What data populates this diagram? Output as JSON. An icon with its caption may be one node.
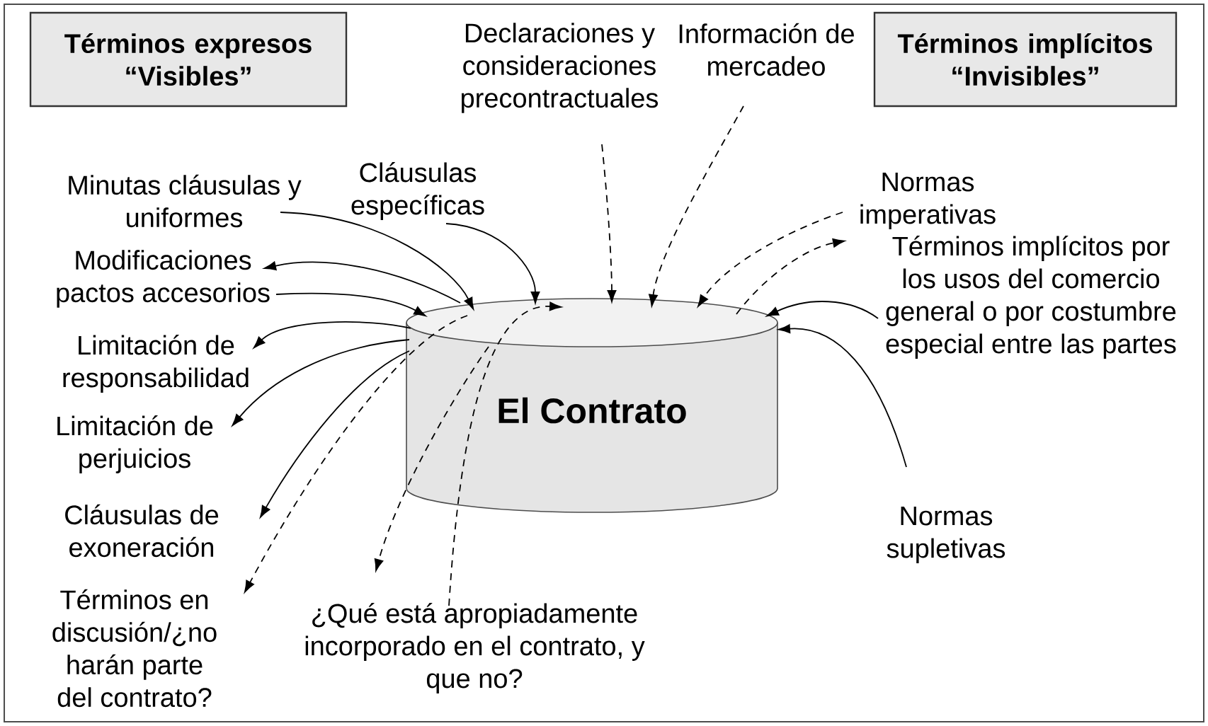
{
  "diagram": {
    "nodes": [
      {
        "text": [
          "Términos expresos “Visibles”"
        ]
      },
      {
        "text": [
          "Declaraciones y consideraciones precontractuales"
        ]
      },
      {
        "text": [
          "Información de mercadeo"
        ]
      },
      {
        "text": [
          "Términos implícitos “Invisibles”"
        ]
      },
      {
        "text": [
          "Minutas cláusulas y uniformes"
        ]
      },
      {
        "text": [
          "Cláusulas específicas"
        ]
      },
      {
        "text": [
          "Normas imperativas"
        ]
      },
      {
        "text": [
          "Modificaciones pactos accesorios"
        ]
      },
      {
        "text": [
          "Términos implícitos por los usos del comercio general o por costumbre especial entre las partes"
        ]
      },
      {
        "text": [
          "Limitación de responsabilidad"
        ]
      },
      {
        "text": [
          "Limitación de perjuicios"
        ]
      },
      {
        "text": [
          "El Contrato"
        ]
      },
      {
        "text": [
          "Normas supletivas"
        ]
      },
      {
        "text": [
          "Cláusulas de exoneración"
        ]
      },
      {
        "text": [
          "Términos en discusión/¿no harán parte del contrato?"
        ]
      },
      {
        "text": [
          "¿Qué está apropiadamente incorporado en el contrato, y que no?"
        ]
      }
    ],
    "edges": [
      {
        "from": 4,
        "to": 11,
        "arrow": "to"
      },
      {
        "from": 5,
        "to": 11,
        "arrow": "to"
      },
      {
        "from": 11,
        "to": 7,
        "arrow": "to"
      },
      {
        "from": 7,
        "to": 11,
        "arrow": "to"
      },
      {
        "from": 11,
        "to": 9,
        "arrow": "to"
      },
      {
        "from": 11,
        "to": 10,
        "arrow": "to"
      },
      {
        "from": 11,
        "to": 13,
        "arrow": "to"
      },
      {
        "from": 11,
        "to": 14,
        "arrow": "to",
        "style": "dashed"
      },
      {
        "from": 11,
        "to": 15,
        "arrow": "to",
        "style": "dashed"
      },
      {
        "from": 15,
        "to": 11,
        "arrow": "to",
        "style": "dashed"
      },
      {
        "from": 1,
        "to": 11,
        "arrow": "to",
        "style": "dashed"
      },
      {
        "from": 2,
        "to": 11,
        "arrow": "to",
        "style": "dashed"
      },
      {
        "from": 6,
        "to": 11,
        "arrow": "to",
        "style": "dashed"
      },
      {
        "from": 11,
        "to": 6,
        "arrow": "to",
        "style": "dashed"
      },
      {
        "from": 8,
        "to": 11,
        "arrow": "to"
      },
      {
        "from": 12,
        "to": 11,
        "arrow": "to"
      }
    ]
  }
}
